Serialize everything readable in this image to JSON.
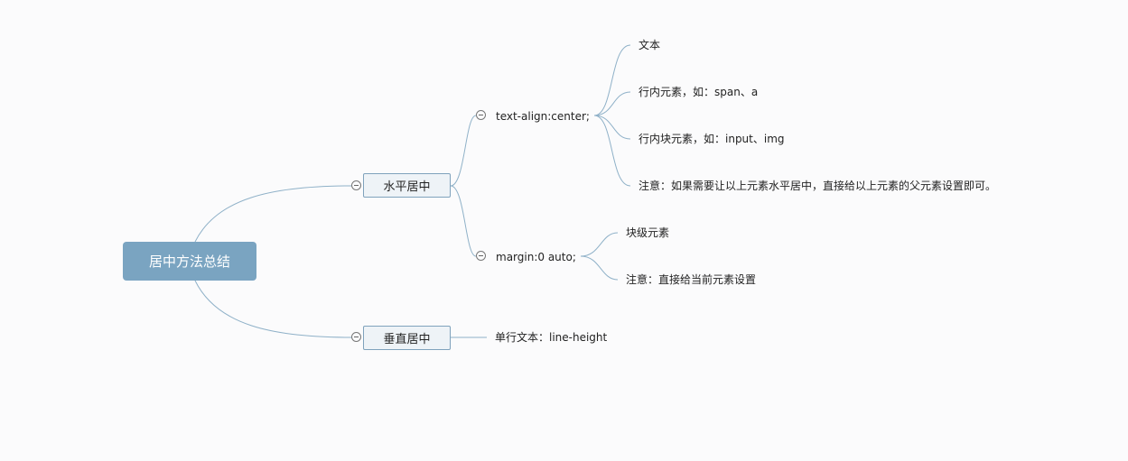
{
  "root": {
    "label": "居中方法总结"
  },
  "horizontal": {
    "label": "水平居中",
    "text_align": {
      "label": "text-align:center;",
      "items": [
        "文本",
        "行内元素，如：span、a",
        "行内块元素，如：input、img",
        "注意：如果需要让以上元素水平居中，直接给以上元素的父元素设置即可。"
      ]
    },
    "margin": {
      "label": "margin:0 auto;",
      "items": [
        "块级元素",
        "注意：直接给当前元素设置"
      ]
    }
  },
  "vertical": {
    "label": "垂直居中",
    "items": [
      "单行文本：line-height"
    ]
  },
  "colors": {
    "root_fill": "#7aa4c1",
    "link": "#8fb1c8",
    "main_fill": "#eef3f7"
  }
}
